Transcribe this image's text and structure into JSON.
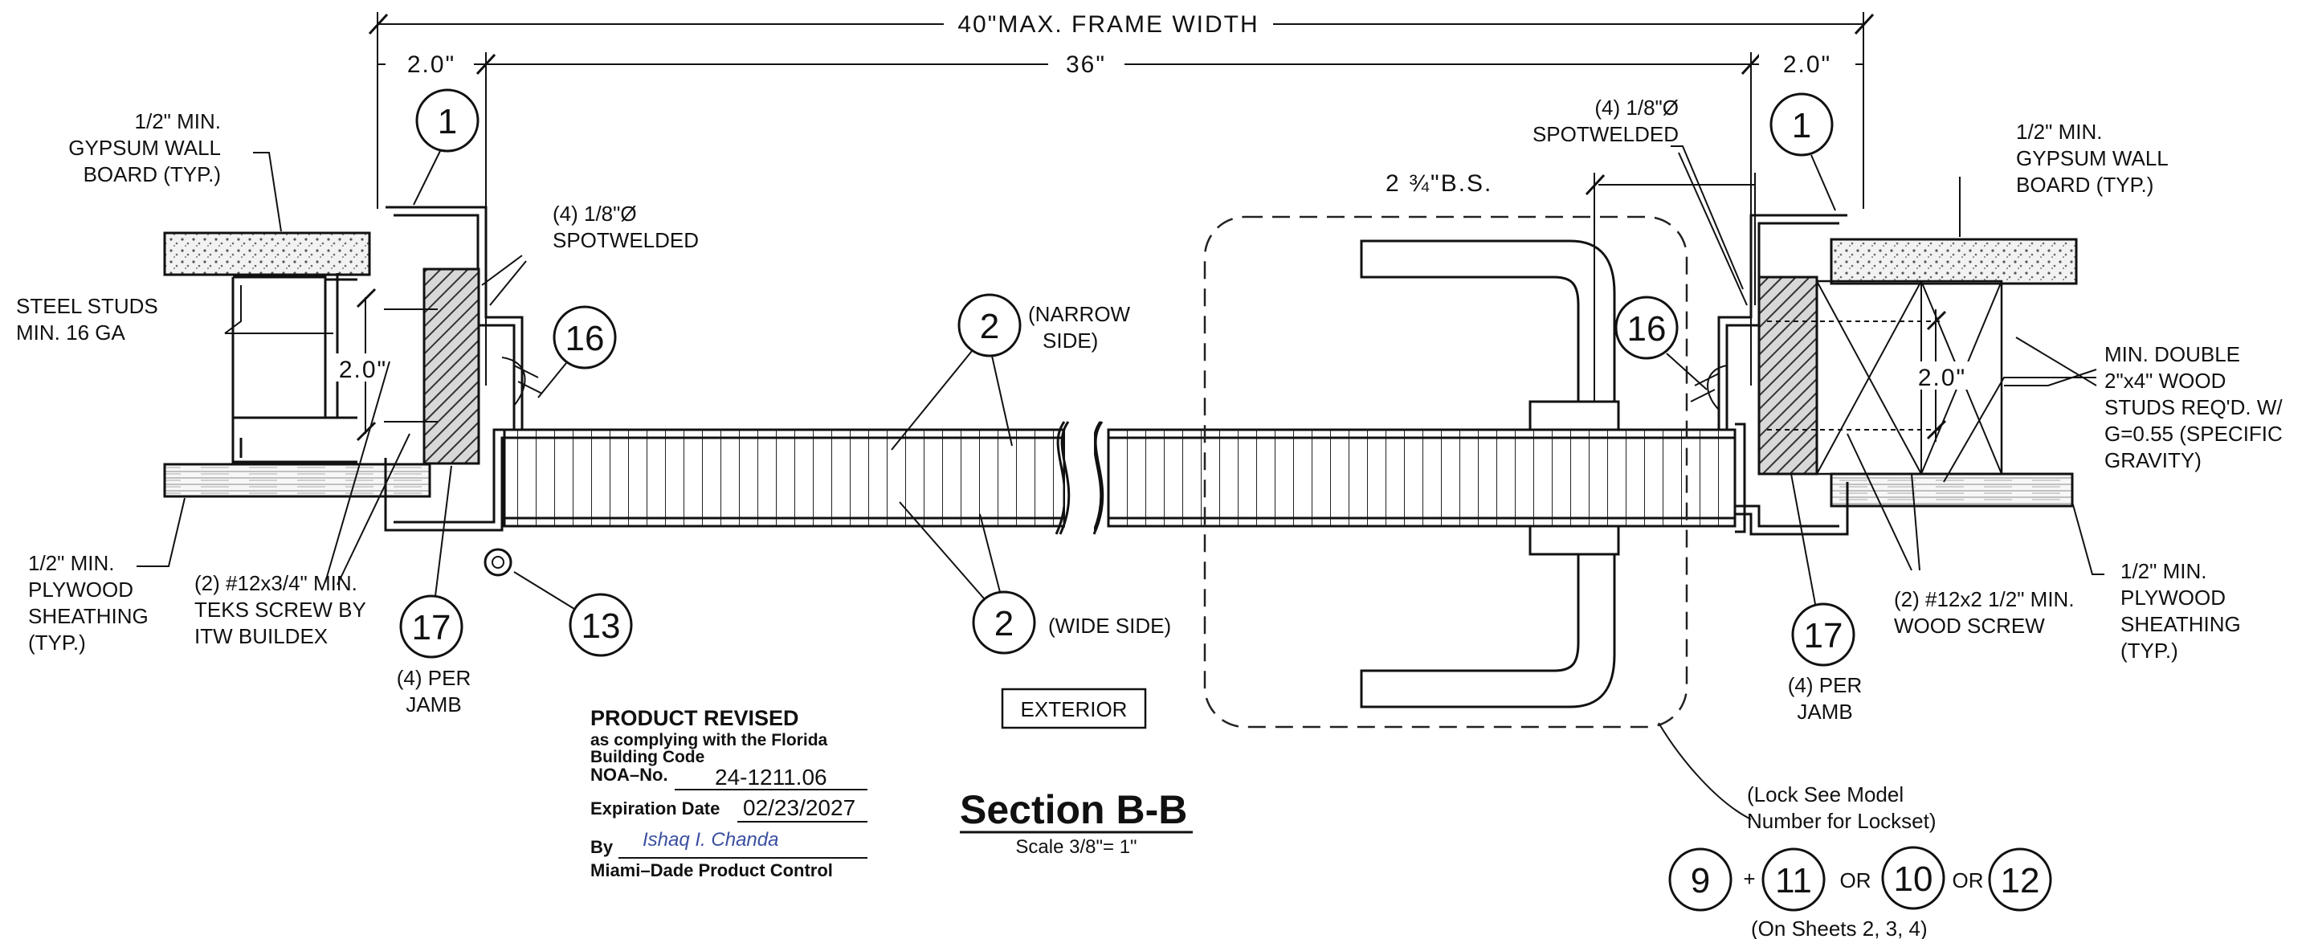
{
  "dimensions": {
    "max_frame_width": "40\"MAX. FRAME WIDTH",
    "left_jamb": "2.0\"",
    "opening": "36\"",
    "right_jamb": "2.0\"",
    "stud_left": "2.0\"",
    "stud_right": "2.0\"",
    "backset": "2 ¾\"B.S."
  },
  "callouts": {
    "gypsum_left": [
      "1/2\" MIN.",
      "GYPSUM WALL",
      "BOARD (TYP.)"
    ],
    "steel_studs": [
      "STEEL STUDS",
      "MIN. 16 GA"
    ],
    "spotweld_left": [
      "(4) 1/8\"Ø",
      "SPOTWELDED"
    ],
    "plywood_left": [
      "1/2\" MIN.",
      "PLYWOOD",
      "SHEATHING",
      "(TYP.)"
    ],
    "teks_screw": [
      "(2) #12x3/4\" MIN.",
      "TEKS SCREW BY",
      "ITW BUILDEX"
    ],
    "per_jamb_left": [
      "(4) PER",
      "JAMB"
    ],
    "narrow_side": [
      "(NARROW",
      "SIDE)"
    ],
    "wide_side": "(WIDE SIDE)",
    "exterior": "EXTERIOR",
    "spotweld_right": [
      "(4) 1/8\"Ø",
      "SPOTWELDED"
    ],
    "gypsum_right": [
      "1/2\" MIN.",
      "GYPSUM WALL",
      "BOARD (TYP.)"
    ],
    "wood_studs": [
      "MIN. DOUBLE",
      "2\"x4\" WOOD",
      "STUDS REQ'D. W/",
      "G=0.55 (SPECIFIC",
      "GRAVITY)"
    ],
    "plywood_right": [
      "1/2\" MIN.",
      "PLYWOOD",
      "SHEATHING",
      "(TYP.)"
    ],
    "wood_screw": [
      "(2) #12x2 1/2\" MIN.",
      "WOOD SCREW"
    ],
    "per_jamb_right": [
      "(4) PER",
      "JAMB"
    ],
    "lock_note": [
      "(Lock See Model",
      "Number for Lockset)"
    ],
    "sheets_note": "(On Sheets 2, 3, 4)",
    "plus": "+",
    "or": "OR"
  },
  "bubbles": {
    "frame_left": "1",
    "frame_right": "1",
    "panel_narrow": "2",
    "panel_wide": "2",
    "item16_left": "16",
    "item16_right": "16",
    "item17_left": "17",
    "item17_right": "17",
    "item13": "13",
    "lock9": "9",
    "lock11": "11",
    "lock10": "10",
    "lock12": "12"
  },
  "section": {
    "title": "Section B-B",
    "scale": "Scale 3/8\"= 1\""
  },
  "stamp": {
    "heading": "PRODUCT REVISED",
    "line1": "as complying with the Florida",
    "line2": "Building Code",
    "noa_label": "NOA–No.",
    "noa_value": "24-1211.06",
    "exp_label": "Expiration Date",
    "exp_value": "02/23/2027",
    "by_label": "By",
    "signature": "Ishaq I. Chanda",
    "footer": "Miami–Dade Product Control"
  }
}
